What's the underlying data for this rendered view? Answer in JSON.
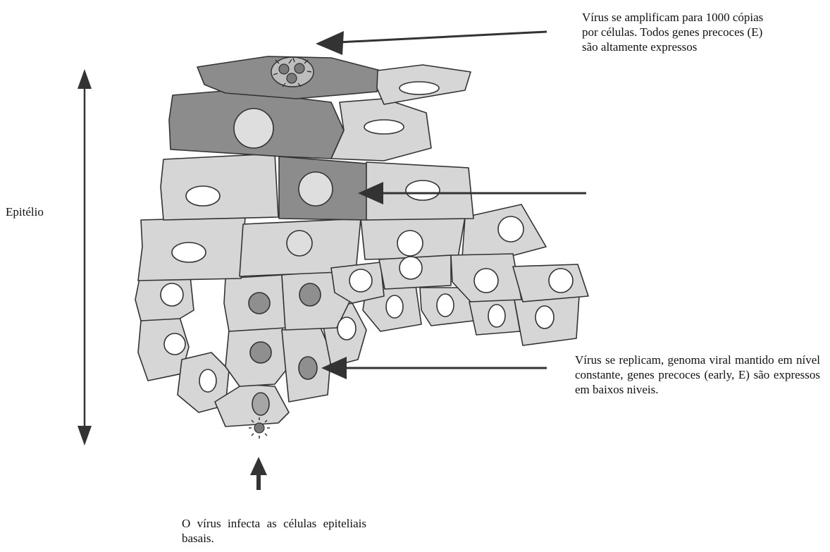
{
  "labels": {
    "top_annotation": "Vírus se amplificam para 1000 cópias por células. Todos genes precoces (E) são altamente expressos",
    "epithelium": "Epitélio",
    "middle_annotation": "Vírus se replicam, genoma viral mantido em nível constante, genes precoces (early, E) são expressos em baixos niveis.",
    "bottom_annotation": "O vírus infecta as células epiteliais basais."
  },
  "colors": {
    "light_cell": "#d6d6d6",
    "dark_cell": "#8c8c8c",
    "mid_cell": "#a6a6a6",
    "infected_nucleus": "#8f8f8f",
    "white_nucleus": "#ffffff",
    "pale_nucleus": "#dedede",
    "arrow": "#333333"
  }
}
